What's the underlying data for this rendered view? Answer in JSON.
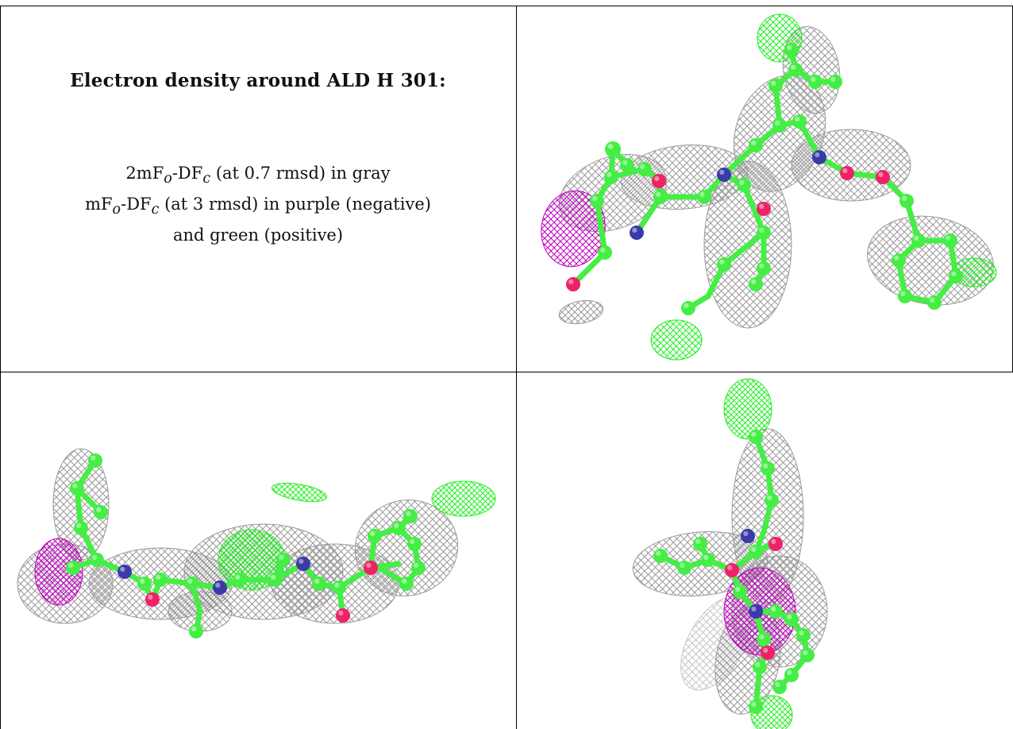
{
  "caption": {
    "title": "Electron density around ALD H 301:",
    "legend_lines": [
      {
        "prefix": "2mF",
        "sub1": "o",
        "mid": "-DF",
        "sub2": "c",
        "suffix": " (at 0.7 rmsd) in gray"
      },
      {
        "prefix": "mF",
        "sub1": "o",
        "mid": "-DF",
        "sub2": "c",
        "suffix": " (at 3 rmsd) in purple (negative)"
      },
      {
        "text": "and green (positive)"
      }
    ]
  },
  "colors": {
    "carbon": "#44ee44",
    "nitrogen": "#3a3aa8",
    "oxygen": "#ee2266",
    "map_2fofc": "#9a9a9a",
    "map_negative": "#c000c0",
    "map_positive": "#22ee22"
  },
  "panels": [
    "density-view-1",
    "density-view-2",
    "density-view-3"
  ]
}
